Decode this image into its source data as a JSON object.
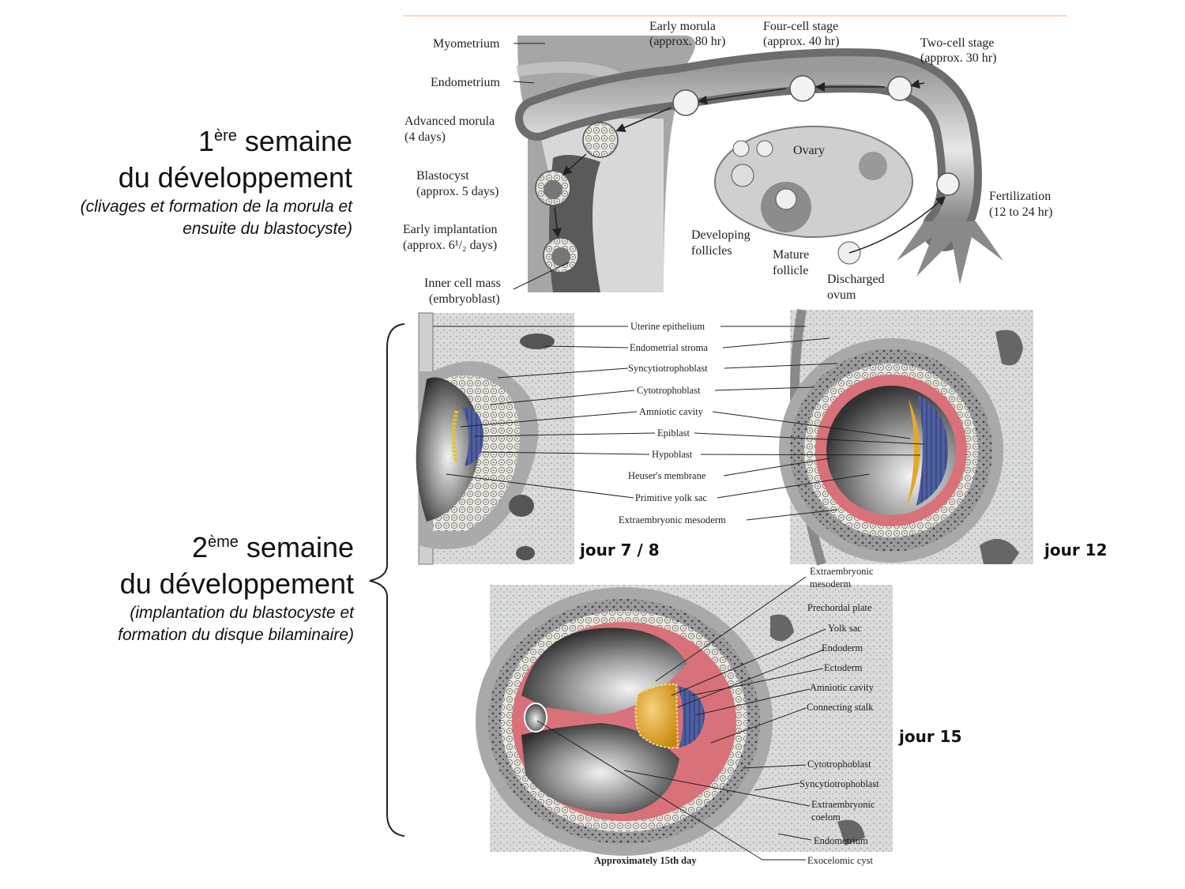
{
  "week1": {
    "ordinal_number": "1",
    "ordinal_suffix": "ère",
    "word": "semaine",
    "line2": "du développement",
    "sub1": "(clivages et formation de la morula et",
    "sub2": "ensuite du blastocyste)"
  },
  "week2": {
    "ordinal_number": "2",
    "ordinal_suffix": "ème",
    "word": "semaine",
    "line2": "du développement",
    "sub1": "(implantation du blastocyste et",
    "sub2": "formation du disque bilaminaire)"
  },
  "panel1": {
    "labels": {
      "myometrium": "Myometrium",
      "endometrium": "Endometrium",
      "advanced_morula_1": "Advanced morula",
      "advanced_morula_2": "(4 days)",
      "blastocyst_1": "Blastocyst",
      "blastocyst_2": "(approx. 5 days)",
      "early_implantation_1": "Early implantation",
      "early_implantation_2": "(approx. 6¹/₂ days)",
      "inner_cell_mass_1": "Inner cell mass",
      "inner_cell_mass_2": "(embryoblast)",
      "early_morula_1": "Early morula",
      "early_morula_2": "(approx. 80 hr)",
      "four_cell_1": "Four-cell stage",
      "four_cell_2": "(approx. 40 hr)",
      "two_cell_1": "Two-cell stage",
      "two_cell_2": "(approx. 30 hr)",
      "ovary": "Ovary",
      "fertilization_1": "Fertilization",
      "fertilization_2": "(12 to 24 hr)",
      "developing_follicles_1": "Developing",
      "developing_follicles_2": "follicles",
      "mature_follicle_1": "Mature",
      "mature_follicle_2": "follicle",
      "discharged_ovum_1": "Discharged",
      "discharged_ovum_2": "ovum"
    }
  },
  "panel2": {
    "labels": {
      "uterine_epithelium": "Uterine epithelium",
      "endometrial_stroma": "Endometrial stroma",
      "syncytiotrophoblast": "Syncytiotrophoblast",
      "cytotrophoblast": "Cytotrophoblast",
      "amniotic_cavity": "Amniotic cavity",
      "epiblast": "Epiblast",
      "hypoblast": "Hypoblast",
      "heusers_membrane": "Heuser's membrane",
      "primitive_yolk_sac": "Primitive yolk sac",
      "extraembryonic_mesoderm": "Extraembryonic mesoderm"
    },
    "day_left": "jour 7 / 8",
    "day_right": "jour 12"
  },
  "panel3": {
    "labels": {
      "extraembryonic_mesoderm_1": "Extraembryonic",
      "extraembryonic_mesoderm_2": "mesoderm",
      "prechordal_plate": "Prechordal plate",
      "yolk_sac": "Yolk sac",
      "endoderm": "Endoderm",
      "ectoderm": "Ectoderm",
      "amniotic_cavity": "Amniotic cavity",
      "connecting_stalk": "Connecting stalk",
      "cytotrophoblast": "Cytotrophoblast",
      "syncytiotrophoblast": "Syncytiotrophoblast",
      "extraembryonic_coelom_1": "Extraembryonic",
      "extraembryonic_coelom_2": "coelom",
      "endometrium": "Endometrium",
      "exocelomic_cyst": "Exocelomic cyst",
      "caption": "Approximately 15th day"
    },
    "day": "jour 15"
  },
  "colors": {
    "tissue_gray": "#b9b9b9",
    "stroma": "#dcdcdc",
    "mesoderm_red": "#d9717a",
    "epiblast_blue": "#4e5fa0",
    "amnion_yellow": "#e3a82a",
    "cavity_dark": "#4a4a4a"
  }
}
